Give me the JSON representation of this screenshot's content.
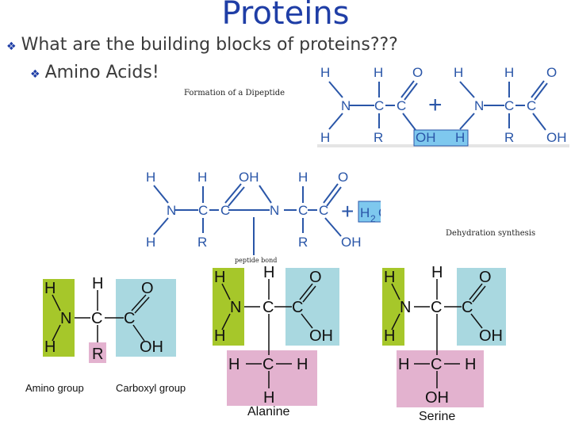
{
  "slide": {
    "title": "Proteins",
    "bullet1": "What are the building blocks of proteins???",
    "bullet2": "Amino Acids!",
    "caption_formation": "Formation of a Dipeptide",
    "caption_dehydration": "Dehydration synthesis",
    "caption_peptide_bond": "peptide bond",
    "label_amino_group": "Amino group",
    "label_carboxyl_group": "Carboxyl group",
    "label_alanine": "Alanine",
    "label_serine": "Serine"
  },
  "colors": {
    "title": "#1f3ea6",
    "amino_green": "#a6c72a",
    "carboxyl_blue": "#a9d8e0",
    "r_pink": "#e3b2cf",
    "diagram_blue": "#2a56a8",
    "highlight_blue": "#7ec8ee"
  },
  "formation_diagram": {
    "atoms": [
      "H",
      "H",
      "O",
      "H",
      "H",
      "O",
      "N",
      "C",
      "C",
      "N",
      "C",
      "C",
      "H",
      "R",
      "OH",
      "H",
      "R",
      "OH"
    ],
    "plus": "+"
  },
  "dipeptide_diagram": {
    "atoms": [
      "H",
      "H",
      "OH",
      "H",
      "O",
      "N",
      "C",
      "C",
      "N",
      "C",
      "C",
      "H",
      "R",
      "R",
      "OH"
    ],
    "plus": "+",
    "water": "H",
    "water_sub": "2",
    "water_o": "O"
  },
  "generic_amino_acid": {
    "atoms": [
      "H",
      "H",
      "O",
      "N",
      "C",
      "C",
      "H",
      "OH",
      "R"
    ]
  },
  "alanine": {
    "atoms": [
      "H",
      "H",
      "O",
      "N",
      "C",
      "C",
      "H",
      "OH",
      "H",
      "C",
      "H",
      "H"
    ]
  },
  "serine": {
    "atoms": [
      "H",
      "H",
      "O",
      "N",
      "C",
      "C",
      "H",
      "OH",
      "H",
      "C",
      "H",
      "OH"
    ]
  }
}
